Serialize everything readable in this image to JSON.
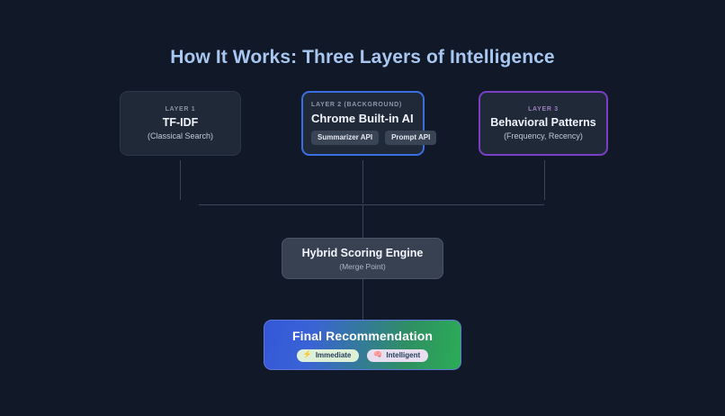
{
  "page": {
    "title": "How It Works: Three Layers of Intelligence",
    "background_color": "#111827",
    "title_color": "#a8c7f0"
  },
  "layers": [
    {
      "kicker": "LAYER 1",
      "name": "TF-IDF",
      "subtitle": "(Classical Search)",
      "accent_color": "#2b3648"
    },
    {
      "kicker": "LAYER 2 (BACKGROUND)",
      "name": "Chrome Built-in AI",
      "accent_color": "#3b6fe0",
      "apis": [
        {
          "label": "Summarizer API"
        },
        {
          "label": "Prompt API"
        }
      ]
    },
    {
      "kicker": "LAYER 3",
      "name": "Behavioral Patterns",
      "subtitle": "(Frequency, Recency)",
      "accent_color": "#7a3fc4"
    }
  ],
  "merge": {
    "title": "Hybrid Scoring Engine",
    "subtitle": "(Merge Point)",
    "fill_color": "#374151"
  },
  "final": {
    "title": "Final Recommendation",
    "gradient_from": "#3557d8",
    "gradient_to": "#2bad57",
    "badges": [
      {
        "glyph": "⚡",
        "label": "Immediate",
        "chip_color": "#dff0d8"
      },
      {
        "glyph": "🧠",
        "label": "Intelligent",
        "chip_color": "#e7dff0"
      }
    ]
  },
  "connectors": {
    "line_color": "#3a4559"
  }
}
